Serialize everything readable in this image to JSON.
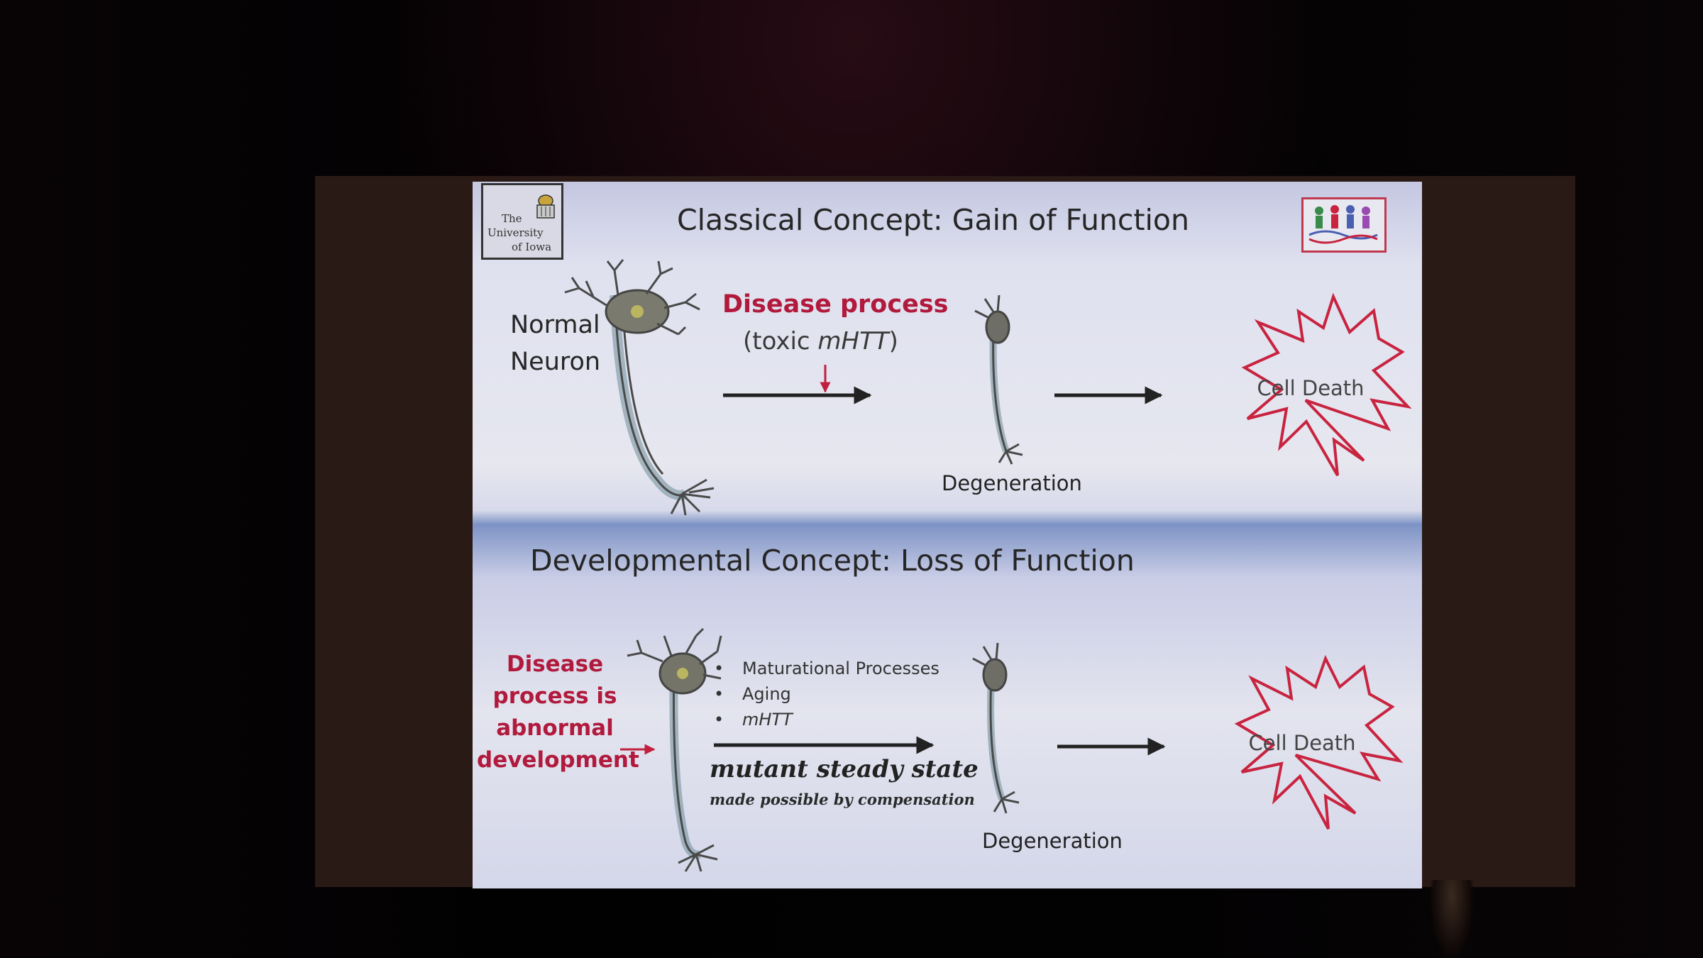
{
  "slide": {
    "top_title": "Classical Concept:  Gain of Function",
    "bottom_title": "Developmental Concept:  Loss of Function",
    "normal_neuron": [
      "Normal",
      "Neuron"
    ],
    "disease_process": "Disease process",
    "toxic_prefix": "(toxic ",
    "toxic_gene": "mHTT",
    "toxic_suffix": ")",
    "cell_death_top": "Cell Death",
    "degeneration_top": "Degeneration",
    "disease_dev": [
      "Disease",
      "process is",
      "abnormal",
      "development"
    ],
    "bullets": [
      "Maturational Processes",
      "Aging",
      "mHTT"
    ],
    "mutant_state": "mutant steady state",
    "compensation": "made possible by compensation",
    "cell_death_bottom": "Cell Death",
    "degeneration_bottom": "Degeneration"
  },
  "logos": {
    "left_logo_lines": [
      "The",
      "University",
      "of Iowa"
    ],
    "right_logo_icon": "people-dna-logo-icon"
  },
  "colors": {
    "accent_red": "#b11a3c",
    "star_outline": "#c8233f",
    "arrow": "#222222"
  }
}
